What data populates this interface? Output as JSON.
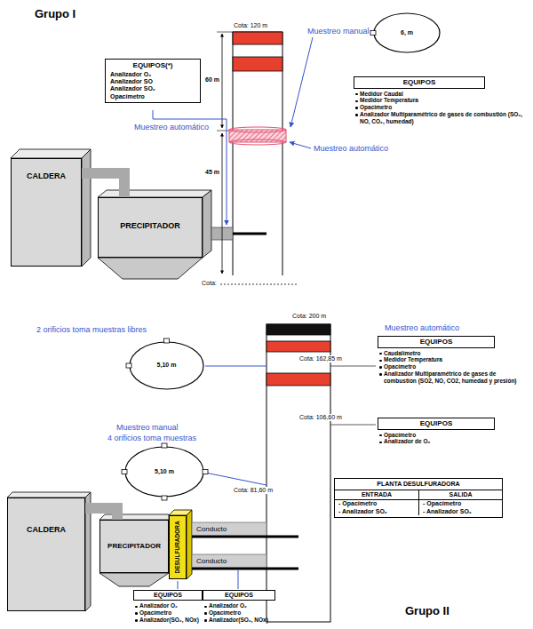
{
  "diagram": {
    "nodes": [
      {
        "text": [
          "6, m"
        ]
      },
      {
        "text": [
          "EQUIPOS(*)",
          "Analizador O₂",
          "Analizador SO",
          "Analizador SO₂",
          "Opacímetro"
        ]
      },
      {
        "text": [
          "EQUIPOS",
          "Medidor Caudal",
          "Medidor Temperatura",
          "Opacimetro",
          "Analizador Multiparamétrico de gases de combustión (SO₂, NO, CO₂, humedad)"
        ]
      },
      {
        "text": [
          "CALDERA"
        ]
      },
      {
        "text": [
          "PRECIPITADOR"
        ]
      },
      {
        "text": [
          "5,10 m"
        ]
      },
      {
        "text": [
          "EQUIPOS",
          "Caudalímetro",
          "Medidor Temperatura",
          "Opacímetro",
          "Analizador Multiparamétrico de gases de combustión (SO2, NO, CO2, humedad y presión)"
        ]
      },
      {
        "text": [
          "EQUIPOS",
          "Opacímetro",
          "Analizador de O₂"
        ]
      },
      {
        "text": [
          "5,10 m"
        ]
      },
      {
        "text": [
          "PLANTA DESULFURADORA"
        ]
      },
      {
        "text": [
          "ENTRADA",
          "- Opacímetro",
          "- Analizador SO₂"
        ],
        "in": 9
      },
      {
        "text": [
          "SALIDA",
          "- Opacímetro",
          "- Analizador SO₂"
        ],
        "in": 9
      },
      {
        "text": [
          "CALDERA"
        ]
      },
      {
        "text": [
          "PRECIPITADOR"
        ]
      },
      {
        "text": [
          "DESULFURADORA"
        ]
      },
      {
        "text": [
          "EQUIPOS",
          "Analizador O₂",
          "Opacímetro",
          "Analizador(SO₂, NOx)"
        ]
      },
      {
        "text": [
          "EQUIPOS",
          "Analizador O₂",
          "Opacímetro",
          "Analizador(SO₂, NOx)"
        ]
      }
    ],
    "edges": [
      {
        "from": 3,
        "to": 4,
        "arrow": "none"
      },
      {
        "from": 12,
        "to": 13,
        "arrow": "none"
      }
    ],
    "labels": [
      "Grupo I",
      "Cota: 120 m",
      "Muestreo manual",
      "60 m",
      "Muestreo automático",
      "Muestreo automático",
      "45 m",
      "Cota:",
      "2 orificios toma muestras libres",
      "Cota: 200 m",
      "Muestreo automático",
      "Cota: 162,85 m",
      "Muestreo manual",
      "4 orificios toma muestras",
      "Cota: 106,60 m",
      "Cota: 81,60 m",
      "Conducto",
      "Conducto",
      "Grupo II"
    ]
  }
}
